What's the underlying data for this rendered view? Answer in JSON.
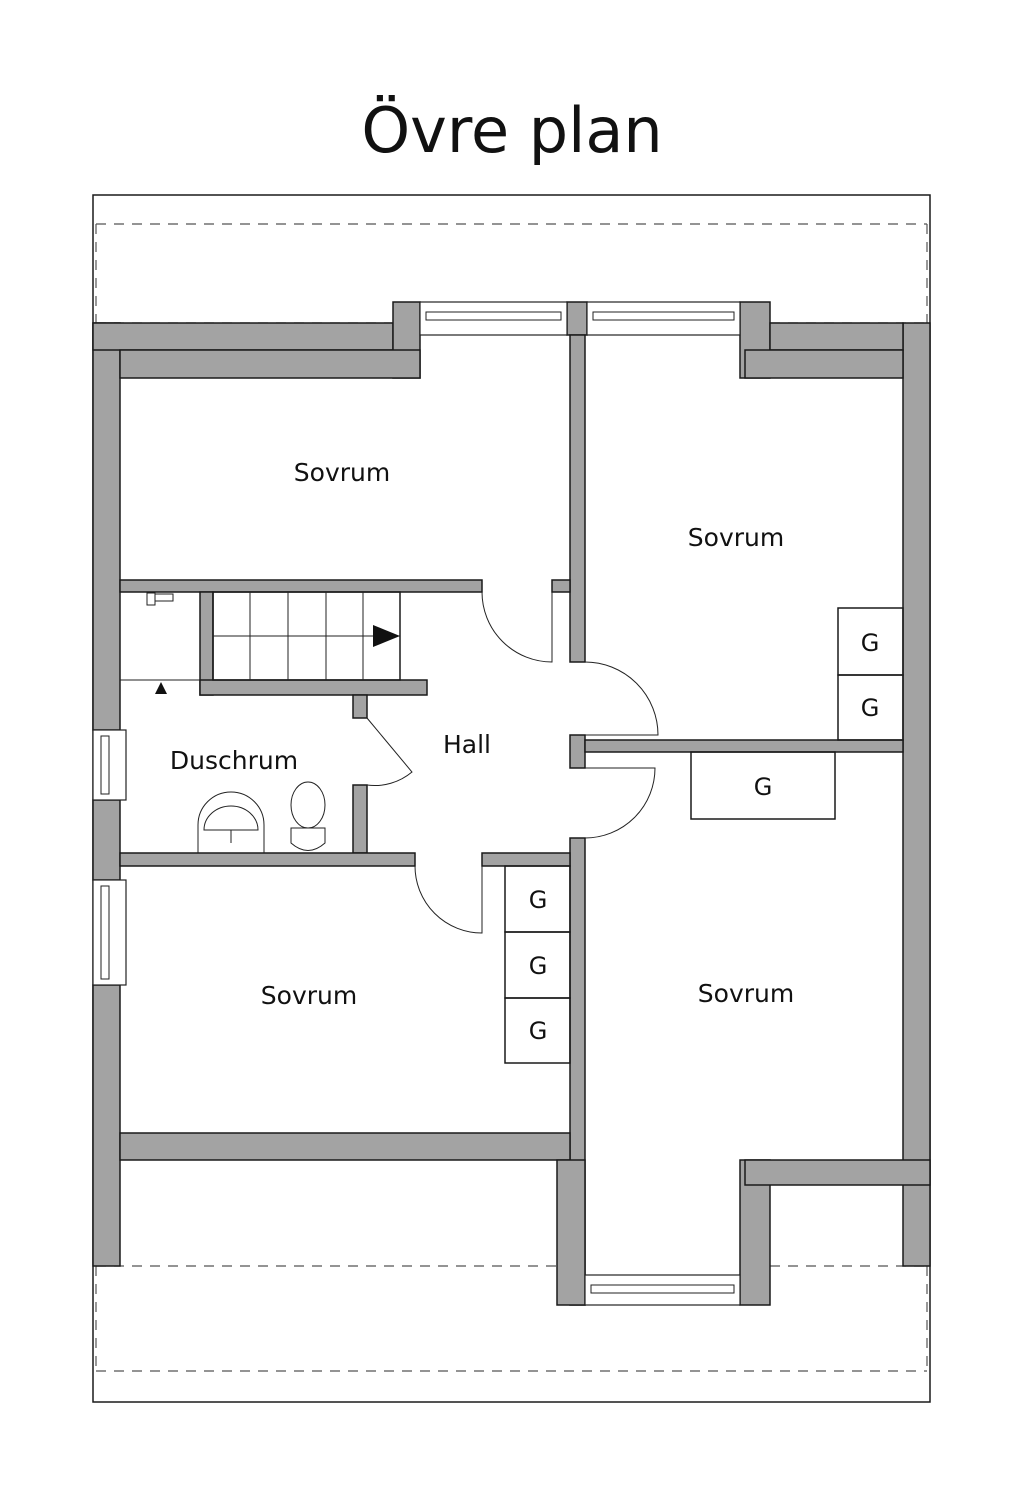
{
  "title": "Övre plan",
  "rooms": {
    "bedroom_top_left": "Sovrum",
    "bedroom_top_right": "Sovrum",
    "bedroom_bottom_left": "Sovrum",
    "bedroom_bottom_right": "Sovrum",
    "hall": "Hall",
    "shower_room": "Duschrum"
  },
  "closet_label": "G",
  "colors": {
    "wall": "#a3a3a3",
    "line": "#1a1a1a"
  }
}
